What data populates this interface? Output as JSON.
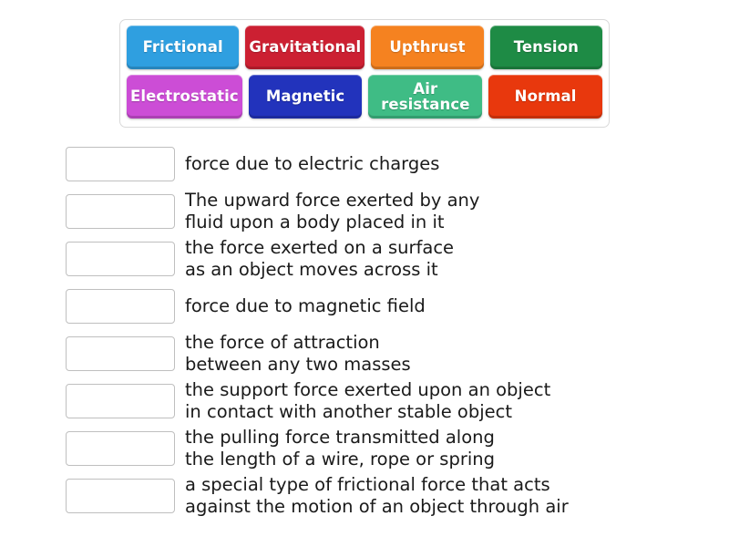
{
  "tile_bank": {
    "rows": [
      [
        {
          "label": "Frictional",
          "color": "#2F9FE0"
        },
        {
          "label": "Gravitational",
          "color": "#CC2032"
        },
        {
          "label": "Upthrust",
          "color": "#F58220"
        },
        {
          "label": "Tension",
          "color": "#1E8B45"
        }
      ],
      [
        {
          "label": "Electrostatic",
          "color": "#CC4DD6"
        },
        {
          "label": "Magnetic",
          "color": "#2233BC"
        },
        {
          "label": "Air\nresistance",
          "color": "#3FBC85"
        },
        {
          "label": "Normal",
          "color": "#E8380D"
        }
      ]
    ]
  },
  "match_list": {
    "rows": [
      {
        "answer": "",
        "definition": "force due to electric charges"
      },
      {
        "answer": "",
        "definition": "The upward force exerted by any\nfluid upon a body placed in it"
      },
      {
        "answer": "",
        "definition": "the force exerted on a surface\nas an object moves across it"
      },
      {
        "answer": "",
        "definition": "force due to magnetic field"
      },
      {
        "answer": "",
        "definition": "the force of attraction\nbetween any two masses"
      },
      {
        "answer": "",
        "definition": "the support force exerted upon an object\nin contact with another stable object"
      },
      {
        "answer": "",
        "definition": "the pulling force transmitted along\nthe length of a wire, rope or spring"
      },
      {
        "answer": "",
        "definition": "a special type of frictional force that acts\nagainst the motion of an object through air"
      }
    ]
  }
}
